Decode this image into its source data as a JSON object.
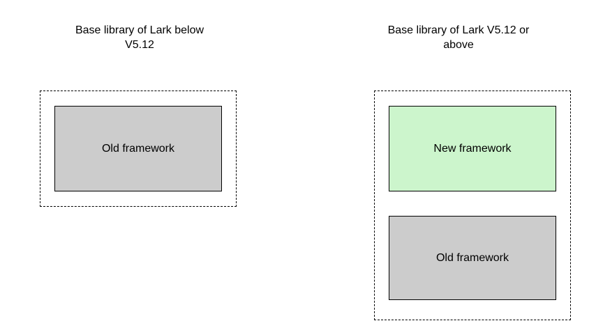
{
  "diagram": {
    "left": {
      "title": "Base library of Lark below\nV5.12",
      "boxes": [
        {
          "label": "Old framework",
          "fill": "#cccccc"
        }
      ]
    },
    "right": {
      "title": "Base library of Lark V5.12 or\nabove",
      "boxes": [
        {
          "label": "New framework",
          "fill": "#ccf5cc"
        },
        {
          "label": "Old framework",
          "fill": "#cccccc"
        }
      ]
    },
    "colors": {
      "box_border": "#000000",
      "group_border_dashed": "#000000",
      "background": "#ffffff"
    }
  }
}
